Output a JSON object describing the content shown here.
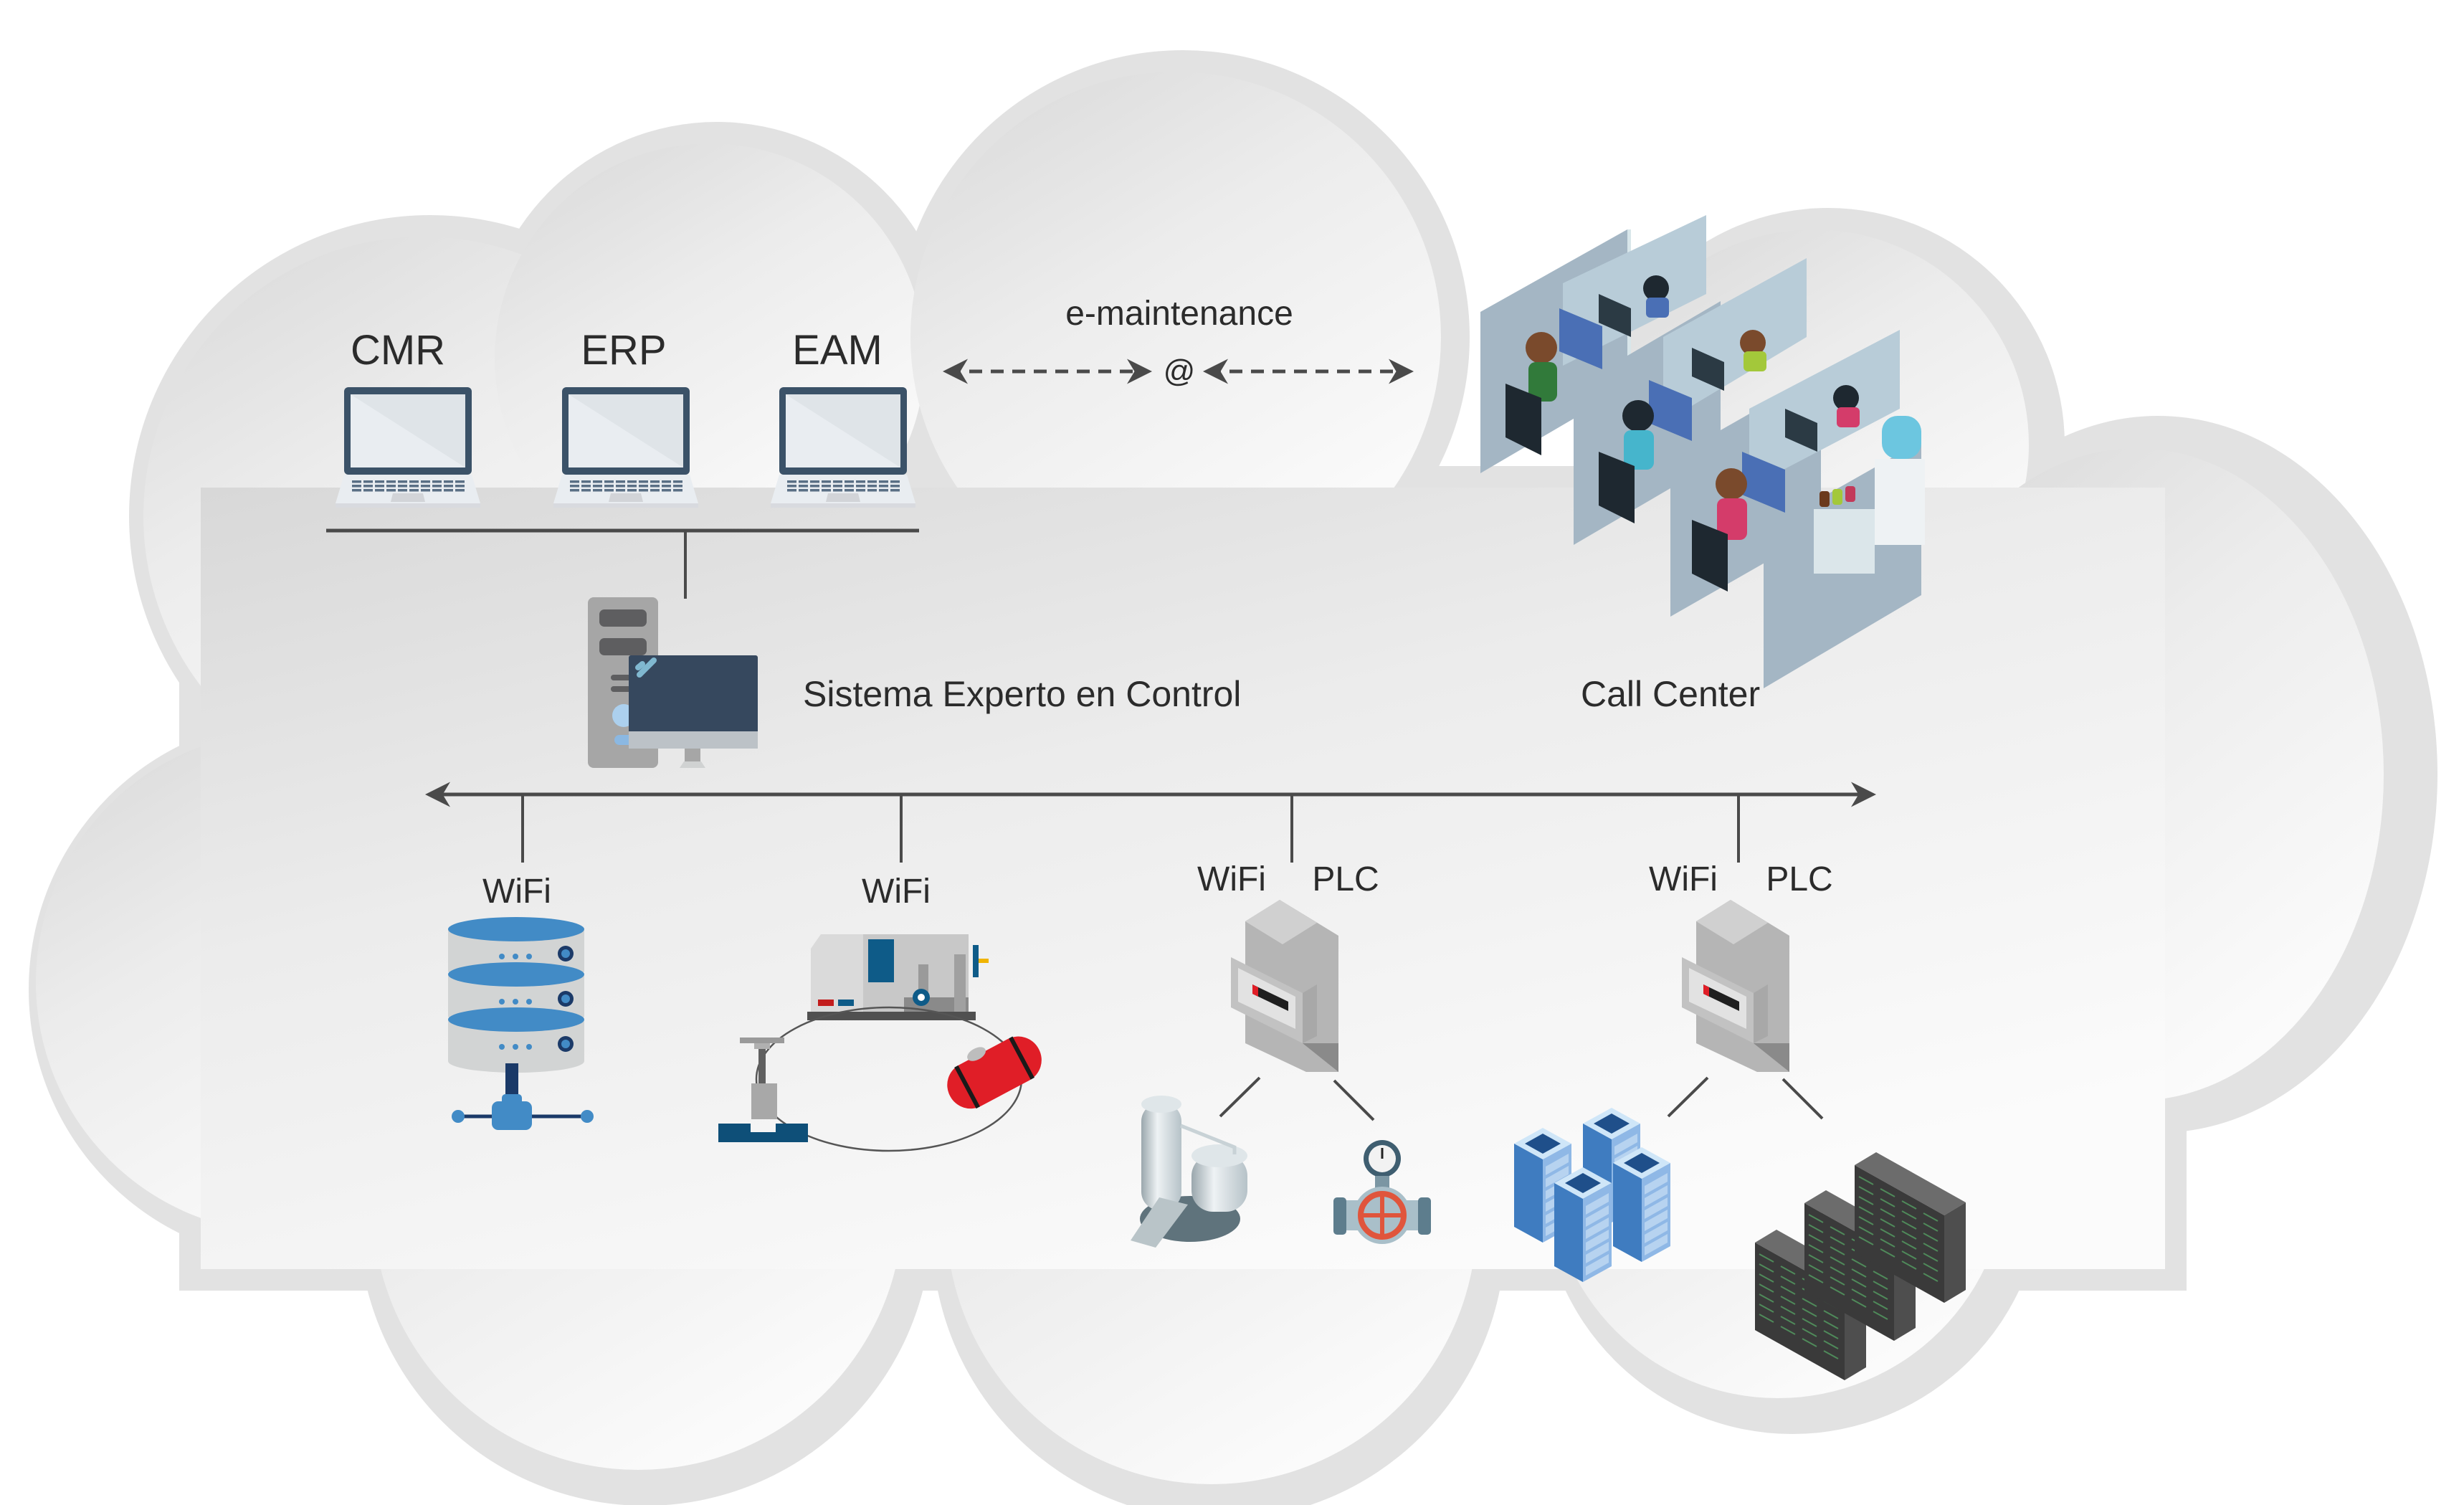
{
  "diagram": {
    "type": "network-architecture",
    "container": "cloud",
    "top_systems": [
      {
        "id": "cmr",
        "label": "CMR",
        "icon": "laptop-icon"
      },
      {
        "id": "erp",
        "label": "ERP",
        "icon": "laptop-icon"
      },
      {
        "id": "eam",
        "label": "EAM",
        "icon": "laptop-icon"
      }
    ],
    "link_label": "e-maintenance",
    "link_symbol": "@",
    "expert_system": {
      "label": "Sistema Experto en Control",
      "icon": "desktop-tower-icon"
    },
    "call_center": {
      "label": "Call Center",
      "icon": "call-center-cubicles-icon"
    },
    "field_nodes": [
      {
        "id": "node-1",
        "labels": [
          "WiFi"
        ],
        "icon": "database-server-icon"
      },
      {
        "id": "node-2",
        "labels": [
          "WiFi"
        ],
        "icon": "cnc-lathe-machine-icon",
        "children": [
          "jack-press-icon",
          "gas-tank-icon"
        ]
      },
      {
        "id": "node-3",
        "labels": [
          "WiFi",
          "PLC"
        ],
        "icon": "plc-meter-icon",
        "children": [
          "industrial-tanks-icon",
          "valve-gauge-icon"
        ]
      },
      {
        "id": "node-4",
        "labels": [
          "WiFi",
          "PLC"
        ],
        "icon": "plc-meter-icon",
        "children": [
          "server-racks-blue-icon",
          "datacenter-racks-icon"
        ]
      }
    ],
    "edges": [
      {
        "from": "cmr",
        "to": "bus-top"
      },
      {
        "from": "erp",
        "to": "bus-top"
      },
      {
        "from": "eam",
        "to": "bus-top"
      },
      {
        "from": "bus-top",
        "to": "expert_system"
      },
      {
        "from": "top_systems",
        "to": "call_center",
        "style": "dashed-bidirectional",
        "label": "e-maintenance @"
      },
      {
        "from": "expert_system",
        "to": "bus-bottom",
        "style": "bidirectional"
      },
      {
        "from": "bus-bottom",
        "to": "node-1"
      },
      {
        "from": "bus-bottom",
        "to": "node-2"
      },
      {
        "from": "bus-bottom",
        "to": "node-3"
      },
      {
        "from": "bus-bottom",
        "to": "node-4"
      }
    ],
    "colors": {
      "line": "#4a4a4a",
      "text": "#2b2b2b",
      "laptop_frame": "#3b5268",
      "monitor_screen": "#36485e",
      "db_blue": "#428bc6",
      "db_dark": "#1b3a68",
      "tank_red": "#e01e27",
      "valve_red": "#e0553c",
      "server_blue": "#4a86c8",
      "rack_gray": "#5a5a5a"
    }
  }
}
